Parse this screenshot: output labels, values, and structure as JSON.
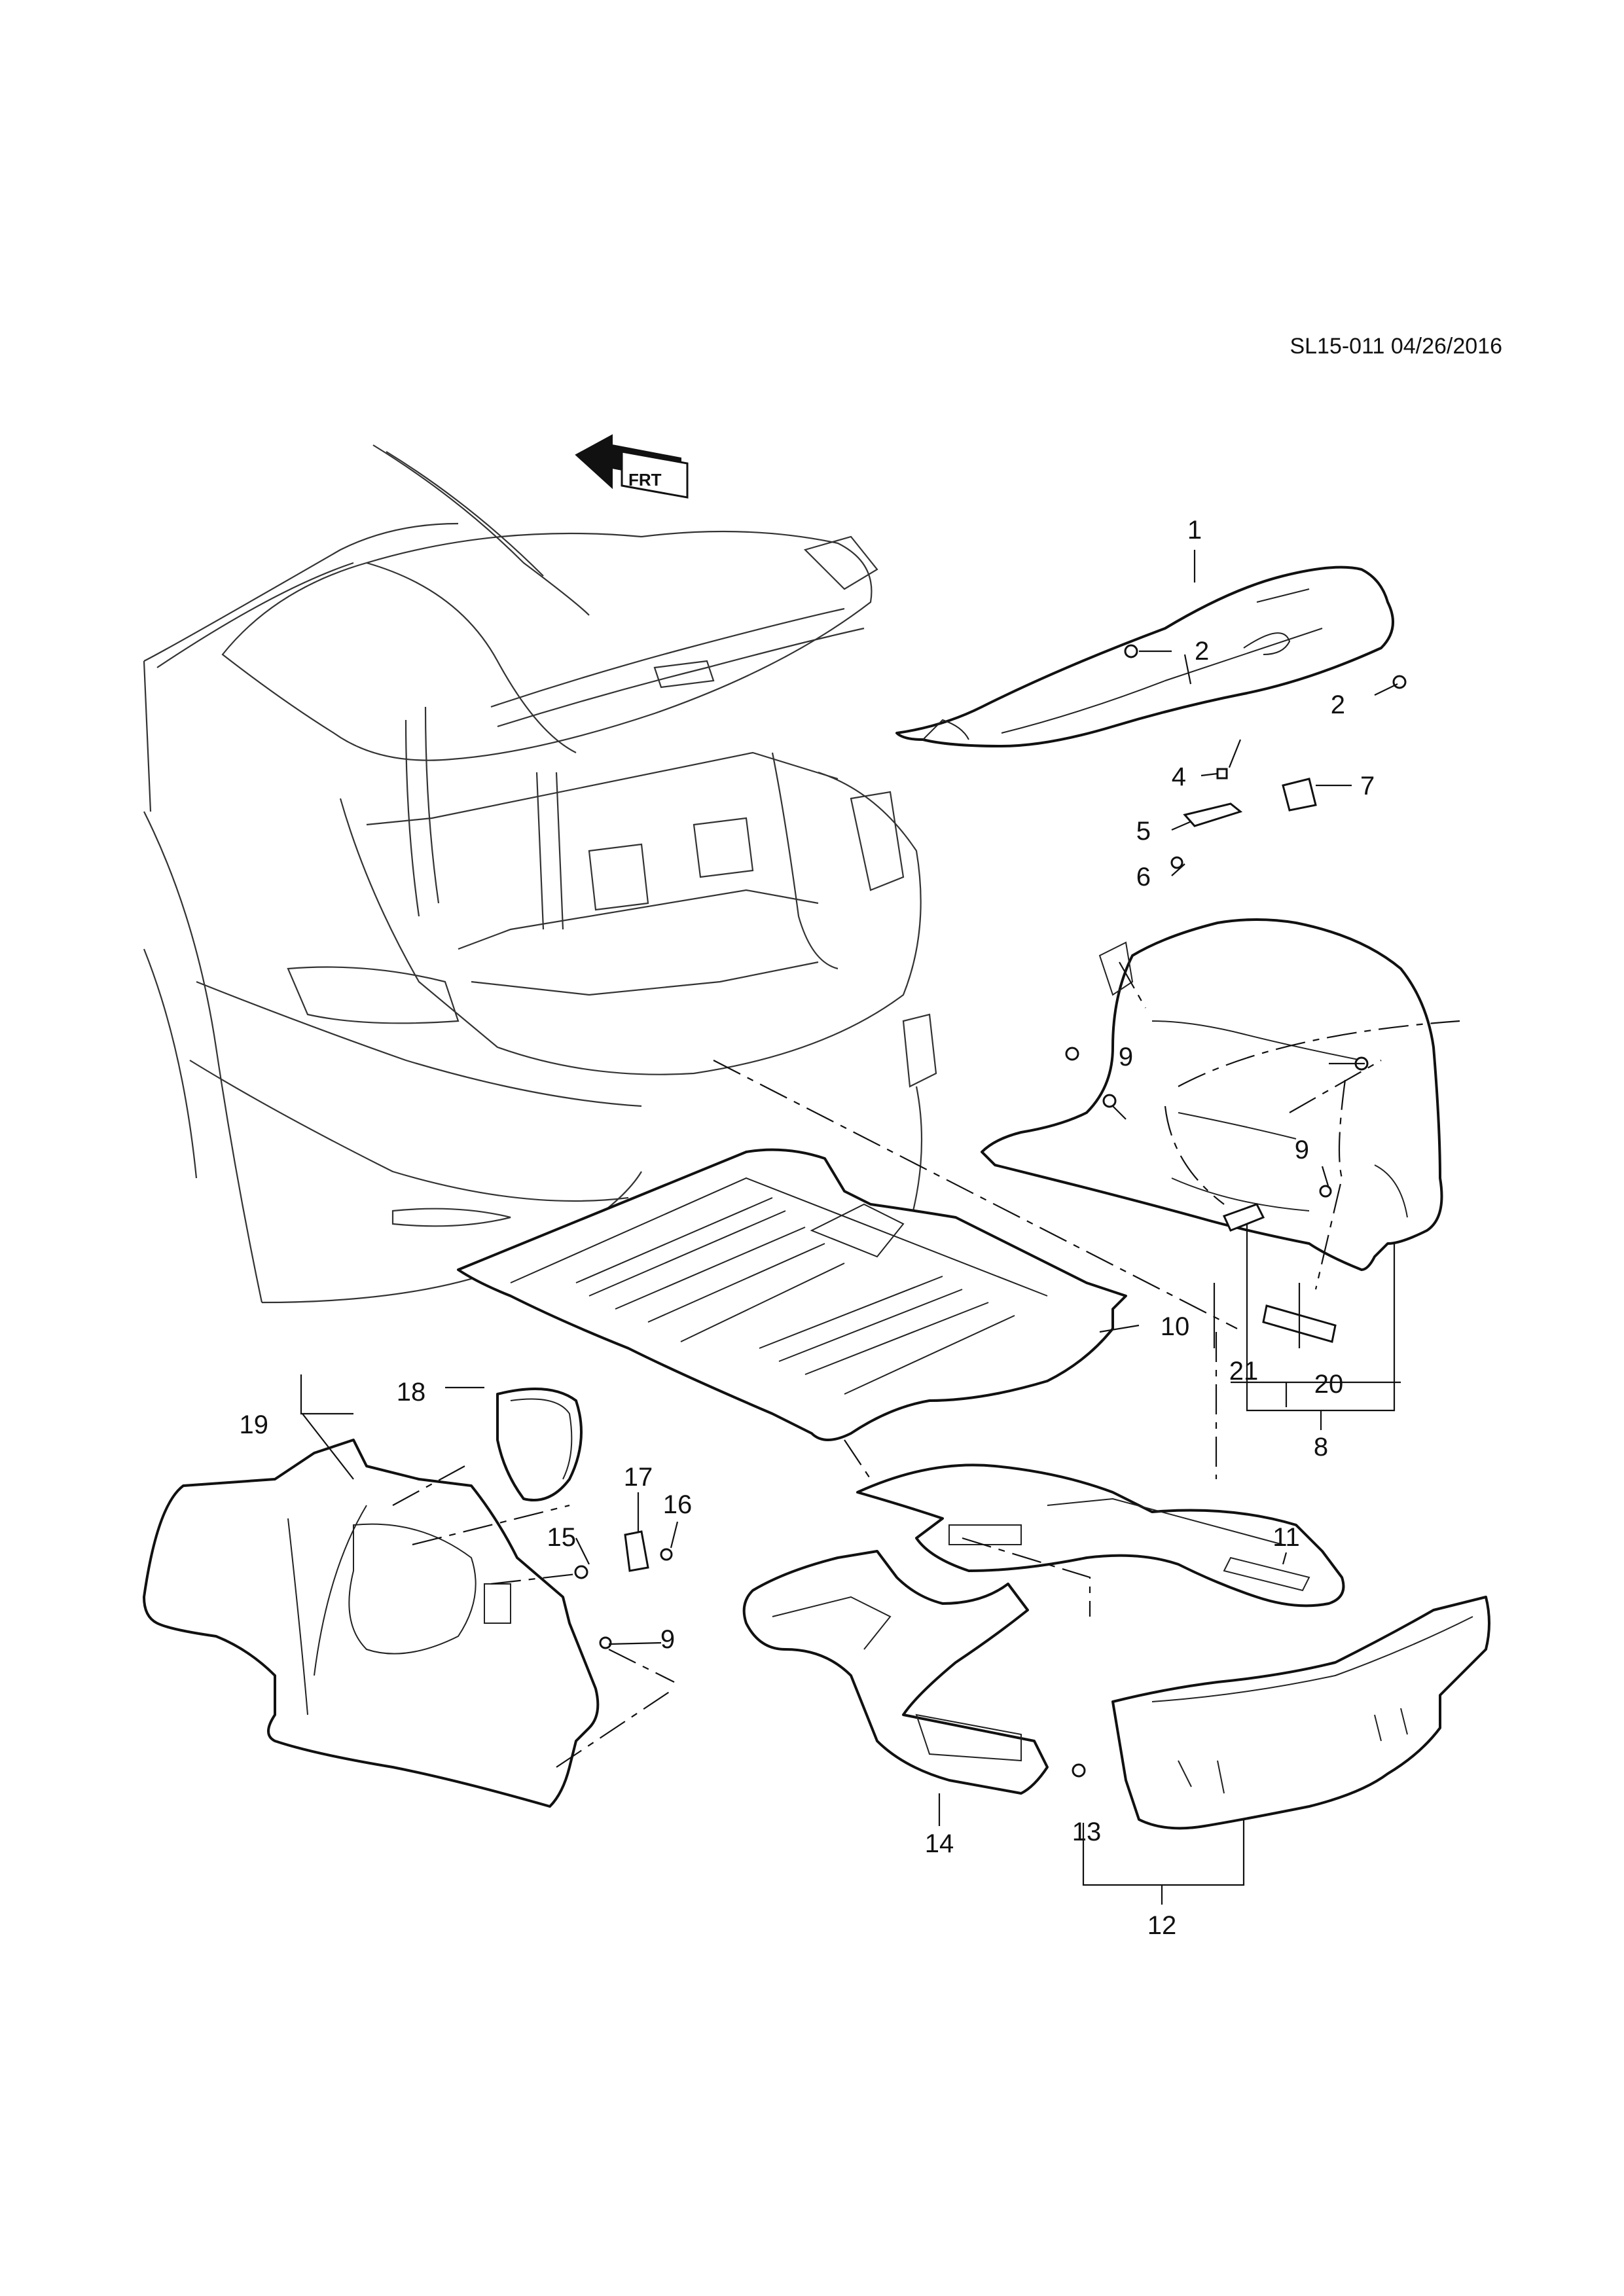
{
  "header": {
    "doc_ref": "SL15-011 04/26/2016",
    "direction_mark": "FRT"
  },
  "callouts": {
    "c1": "1",
    "c2a": "2",
    "c2b": "2",
    "c4": "4",
    "c5": "5",
    "c6": "6",
    "c7": "7",
    "c8": "8",
    "c9a": "9",
    "c9b": "9",
    "c9c": "9",
    "c10": "10",
    "c11": "11",
    "c12": "12",
    "c13": "13",
    "c14": "14",
    "c15": "15",
    "c16": "16",
    "c17": "17",
    "c18": "18",
    "c19": "19",
    "c20": "20",
    "c21": "21"
  }
}
